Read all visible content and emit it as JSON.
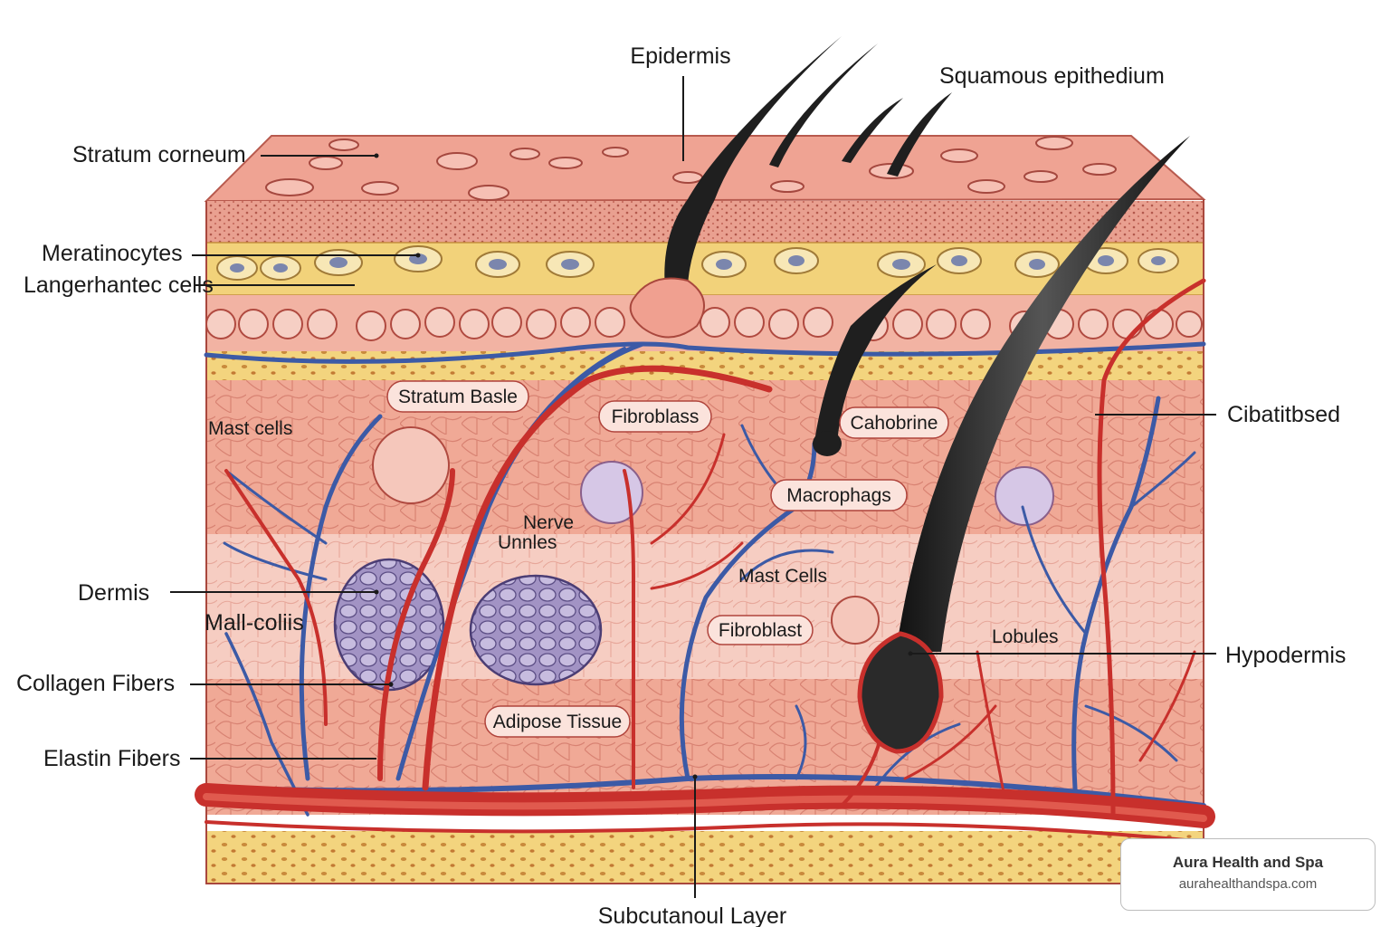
{
  "diagram": {
    "labels": {
      "epidermis": "Epidermis",
      "squamous": "Squamous epithedium",
      "stratum_corneum": "Stratum corneum",
      "meratinocytes": "Meratinocytes",
      "langerhans": "Langerhantec cells",
      "cibatitbsed": "Cibatitbsed",
      "dermis": "Dermis",
      "mall_coliis": "Mall-coliis",
      "collagen": "Collagen Fibers",
      "elastin": "Elastin Fibers",
      "hypodermis": "Hypodermis",
      "subcutaneous": "Subcutanoul Layer"
    },
    "inner_labels": {
      "stratum_basle": "Stratum Basle",
      "fibroblass": "Fibroblass",
      "cahobrine": "Cahobrine",
      "mast_cells_left": "Mast cells",
      "macrophags": "Macrophags",
      "nerve": "Nerve",
      "unnles": "Unnles",
      "mast_cells_mid": "Mast Cells",
      "fibroblast2": "Fibroblast",
      "lobules": "Lobules",
      "adipose": "Adipose Tissue"
    }
  },
  "brand": {
    "name": "Aura Health and Spa",
    "url": "aurahealthandspa.com"
  },
  "colors": {
    "epidermis_top": "#efa393",
    "dermis": "#f0a996",
    "fat_yellow": "#f2d27a",
    "artery": "#c8302c",
    "vein": "#3c5aa6",
    "hair": "#2a2a2a",
    "gland": "#9a8cc0"
  }
}
